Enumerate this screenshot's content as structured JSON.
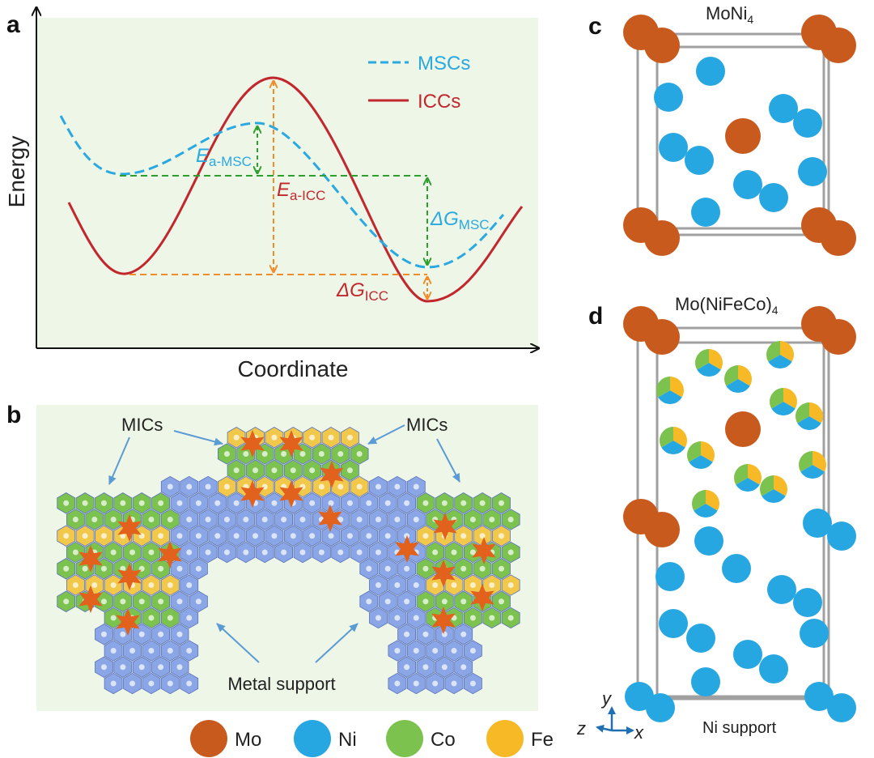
{
  "panels": {
    "a": {
      "label": "a",
      "axis_y": "Energy",
      "axis_x": "Coordinate",
      "legend": [
        {
          "name": "MSCs",
          "color": "#29a9e0",
          "style": "dashed"
        },
        {
          "name": "ICCs",
          "color": "#c1272d",
          "style": "solid"
        }
      ],
      "annotations": {
        "ea_msc_main": "E",
        "ea_msc_sub": "a-MSC",
        "ea_icc_main": "E",
        "ea_icc_sub": "a-ICC",
        "dg_msc_main": "ΔG",
        "dg_msc_sub": "MSC",
        "dg_icc_main": "ΔG",
        "dg_icc_sub": "ICC"
      },
      "colors": {
        "green_arrow": "#2ca02c",
        "orange_arrow": "#f28c28",
        "bg": "#eef6e8"
      }
    },
    "b": {
      "label": "b",
      "labels": {
        "mics_left": "MICs",
        "mics_right": "MICs",
        "support": "Metal support"
      },
      "colors": {
        "ni": "#8aa6e6",
        "co": "#7cc24e",
        "fe": "#f2c84b",
        "mo": "#e2611c",
        "bg": "#eef6e8"
      }
    },
    "c": {
      "label": "c",
      "title_main": "MoNi",
      "title_sub": "4"
    },
    "d": {
      "label": "d",
      "title_main": "Mo(NiFeCo)",
      "title_sub": "4",
      "support_label": "Ni support",
      "axes": {
        "y": "y",
        "z": "z",
        "x": "x"
      }
    }
  },
  "legend_atoms": [
    {
      "name": "Mo",
      "color": "#c85a1e"
    },
    {
      "name": "Ni",
      "color": "#27a7e1"
    },
    {
      "name": "Co",
      "color": "#7cc24e"
    },
    {
      "name": "Fe",
      "color": "#f7b926"
    }
  ]
}
